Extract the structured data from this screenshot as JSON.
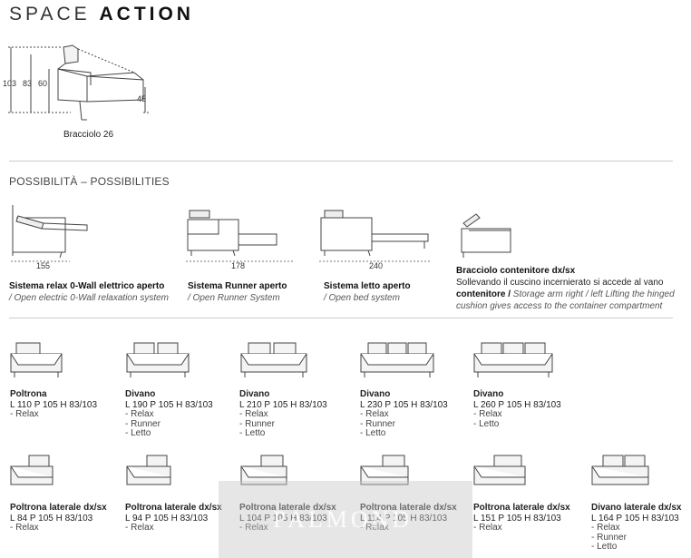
{
  "title_light": "SPACE",
  "title_bold": "ACTION",
  "dims": {
    "h1": "103",
    "h2": "83",
    "h3": "60",
    "seat": "45",
    "arm_label": "Bracciolo 26"
  },
  "possibilities_title": "POSSIBILITÀ – POSSIBILITIES",
  "systems": [
    {
      "dim": "155",
      "title": "Sistema relax 0-Wall elettrico aperto",
      "sub": "/ Open electric 0-Wall relaxation system"
    },
    {
      "dim": "178",
      "title": "Sistema Runner aperto",
      "sub": "/ Open Runner System"
    },
    {
      "dim": "240",
      "title": "Sistema letto aperto",
      "sub": "/ Open bed system"
    },
    {
      "dim": "",
      "title": "Bracciolo contenitore dx/sx",
      "line2": "Sollevando il cuscino incernierato si accede al vano",
      "line3_b": "contenitore /",
      "line3_i": " Storage arm right / left Lifting the hinged",
      "line4_i": "cushion gives access to the container compartment"
    }
  ],
  "products_row1": [
    {
      "name": "Poltrona",
      "dims": "L 110 P 105 H 83/103",
      "options": [
        "- Relax"
      ]
    },
    {
      "name": "Divano",
      "dims": "L 190 P 105 H 83/103",
      "options": [
        "- Relax",
        "- Runner",
        "- Letto"
      ]
    },
    {
      "name": "Divano",
      "dims": "L 210 P 105 H 83/103",
      "options": [
        "- Relax",
        "- Runner",
        "- Letto"
      ]
    },
    {
      "name": "Divano",
      "dims": "L 230 P 105 H 83/103",
      "options": [
        "- Relax",
        "- Runner",
        "- Letto"
      ]
    },
    {
      "name": "Divano",
      "dims": "L 260 P 105 H 83/103",
      "options": [
        "- Relax",
        "- Letto"
      ]
    }
  ],
  "products_row2": [
    {
      "name": "Poltrona laterale dx/sx",
      "dims": "L 84 P 105 H 83/103",
      "options": [
        "- Relax"
      ]
    },
    {
      "name": "Poltrona laterale dx/sx",
      "dims": "L 94 P 105 H 83/103",
      "options": [
        "- Relax"
      ]
    },
    {
      "name": "Poltrona laterale dx/sx",
      "dims": "L 104 P 105 H 83/103",
      "options": [
        "- Relax"
      ]
    },
    {
      "name": "Poltrona laterale dx/sx",
      "dims": "L 114 P 105 H 83/103",
      "options": [
        "- Relax"
      ]
    },
    {
      "name": "Poltrona laterale dx/sx",
      "dims": "L 151 P 105 H 83/103",
      "options": [
        "- Relax"
      ]
    },
    {
      "name": "Divano laterale dx/sx",
      "dims": "L 164 P 105 H 83/103",
      "options": [
        "- Relax",
        "- Runner",
        "- Letto"
      ]
    }
  ],
  "watermark": "PALMOND"
}
